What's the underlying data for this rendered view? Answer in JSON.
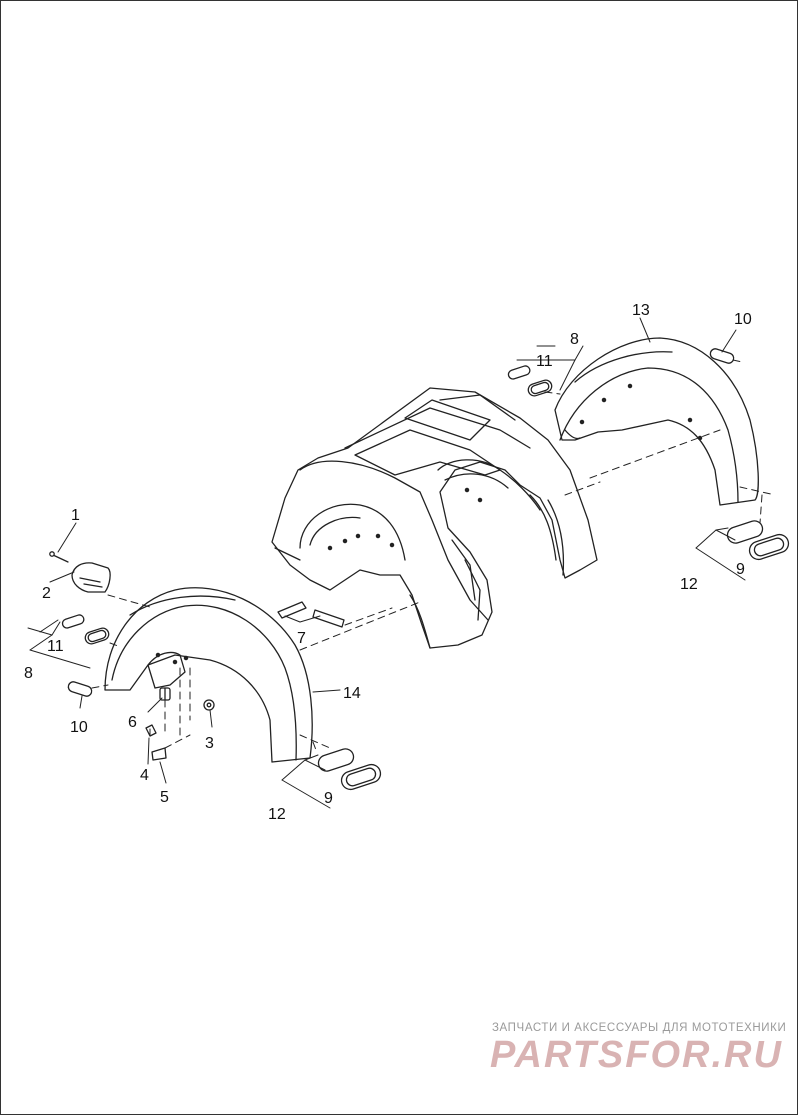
{
  "callouts": [
    {
      "id": "c1",
      "text": "1"
    },
    {
      "id": "c2",
      "text": "2"
    },
    {
      "id": "c3",
      "text": "3"
    },
    {
      "id": "c4",
      "text": "4"
    },
    {
      "id": "c5",
      "text": "5"
    },
    {
      "id": "c6",
      "text": "6"
    },
    {
      "id": "c7",
      "text": "7"
    },
    {
      "id": "c8a",
      "text": "8"
    },
    {
      "id": "c8b",
      "text": "8"
    },
    {
      "id": "c9a",
      "text": "9"
    },
    {
      "id": "c9b",
      "text": "9"
    },
    {
      "id": "c10a",
      "text": "10"
    },
    {
      "id": "c10b",
      "text": "10"
    },
    {
      "id": "c11a",
      "text": "11"
    },
    {
      "id": "c11b",
      "text": "11"
    },
    {
      "id": "c12a",
      "text": "12"
    },
    {
      "id": "c12b",
      "text": "12"
    },
    {
      "id": "c13",
      "text": "13"
    },
    {
      "id": "c14",
      "text": "14"
    }
  ],
  "watermark": {
    "tagline": "ЗАПЧАСТИ И АКСЕССУАРЫ ДЛЯ МОТОТЕХНИКИ",
    "logo": "PARTSFOR.RU"
  }
}
